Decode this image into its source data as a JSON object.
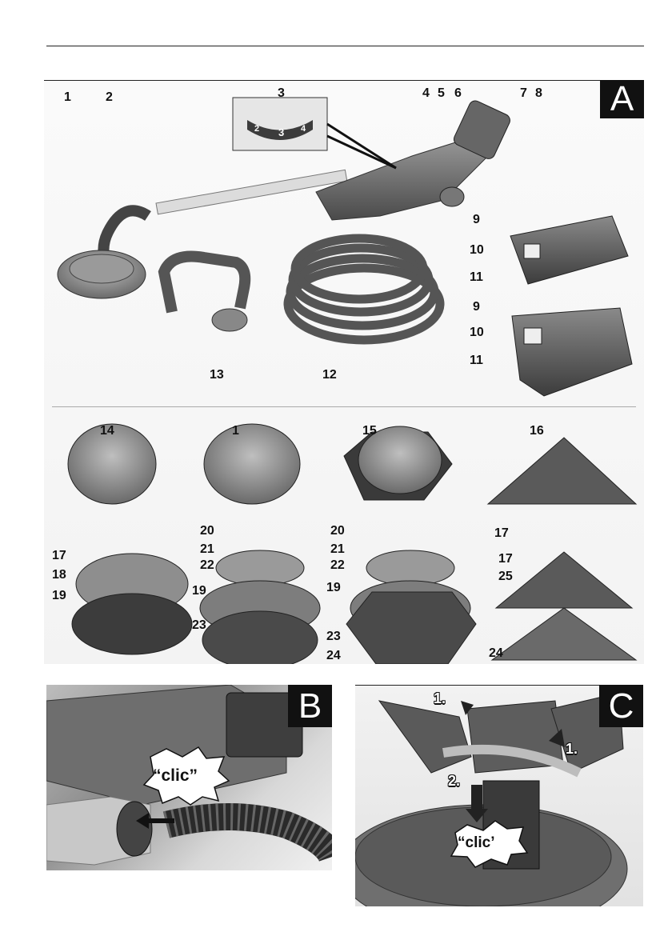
{
  "panels": {
    "A": {
      "letter": "A"
    },
    "B": {
      "letter": "B",
      "clic": "“clic”"
    },
    "C": {
      "letter": "C",
      "clic": "“clic’",
      "step1a": "1.",
      "step1b": "1.",
      "step2": "2."
    }
  },
  "callouts": [
    "1",
    "2",
    "3",
    "4",
    "5",
    "6",
    "7",
    "8",
    "9",
    "10",
    "11",
    "9",
    "10",
    "11",
    "13",
    "12",
    "14",
    "1",
    "15",
    "16",
    "17",
    "18",
    "19",
    "20",
    "21",
    "22",
    "19",
    "23",
    "20",
    "21",
    "22",
    "19",
    "23",
    "24",
    "17",
    "17",
    "25",
    "24"
  ],
  "dial_digits": [
    "2",
    "3",
    "4"
  ],
  "colors": {
    "tool_gray": "#5f5f5f",
    "dark": "#2a2a2a",
    "light": "#cfcfcf",
    "pad": "#7a7a7a"
  }
}
